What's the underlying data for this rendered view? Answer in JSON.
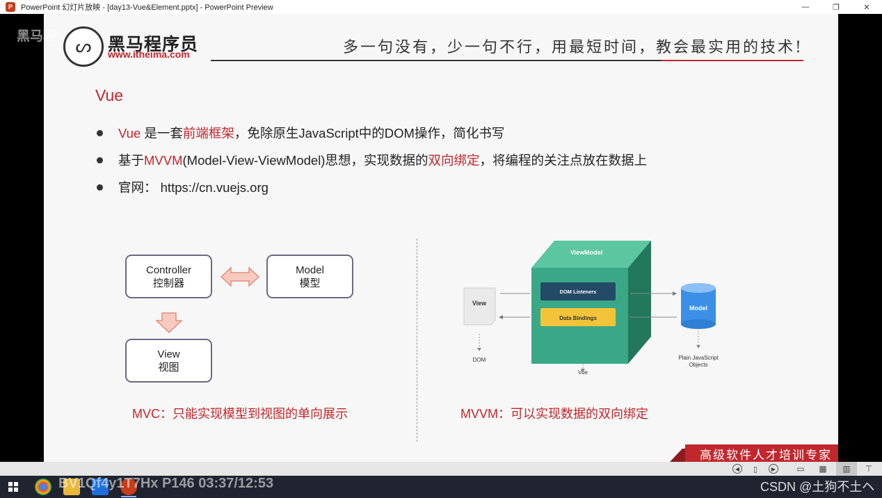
{
  "window": {
    "title": "PowerPoint 幻灯片放映 - [day13-Vue&Element.pptx] - PowerPoint Preview",
    "app_icon": "P",
    "minimize": "—",
    "restore": "❐",
    "close": "✕"
  },
  "slide": {
    "logo_cn": "黑马程序员",
    "logo_url": "www.itheima.com",
    "slogan": "多一句没有，少一句不行，用最短时间，教会最实用的技术!",
    "section_title": "Vue",
    "bullets": [
      {
        "parts": [
          {
            "text": "Vue",
            "hl": true
          },
          {
            "text": " 是一套",
            "hl": false
          },
          {
            "text": "前端框架",
            "hl": true
          },
          {
            "text": "，免除原生JavaScript中的DOM操作，简化书写",
            "hl": false
          }
        ]
      },
      {
        "parts": [
          {
            "text": "基于",
            "hl": false
          },
          {
            "text": "MVVM",
            "hl": true
          },
          {
            "text": "(Model-View-ViewModel)思想，实现数据的",
            "hl": false
          },
          {
            "text": "双向绑定",
            "hl": true
          },
          {
            "text": "，将编程的关注点放在数据上",
            "hl": false
          }
        ]
      },
      {
        "parts": [
          {
            "text": "官网： ",
            "hl": false
          },
          {
            "text": "https://cn.vuejs.org",
            "hl": false
          }
        ]
      }
    ],
    "mvc": {
      "controller_en": "Controller",
      "controller_cn": "控制器",
      "model_en": "Model",
      "model_cn": "模型",
      "view_en": "View",
      "view_cn": "视图",
      "caption": "MVC：只能实现模型到视图的单向展示"
    },
    "mvvm": {
      "viewmodel": "ViewModel",
      "dom_listeners": "DOM Listeners",
      "data_bindings": "Data Bindings",
      "view": "View",
      "model": "Model",
      "dom": "DOM",
      "vue": "Vue",
      "plain_js_1": "Plain JavaScript",
      "plain_js_2": "Objects",
      "caption": "MVVM：可以实现数据的双向绑定"
    },
    "footer": "高级软件人才培训专家"
  },
  "colors": {
    "accent_red": "#c0282d",
    "viewmodel_green": "#3aa886",
    "model_blue": "#3b8fe6",
    "data_bindings_yellow": "#f3c43a"
  },
  "statusbar": {
    "buttons": [
      "prev-icon",
      "slide-sorter-icon",
      "next-icon",
      "normal-view-icon",
      "slide-sorter-view-icon",
      "reading-view-icon",
      "slideshow-view-icon"
    ]
  },
  "overlay": {
    "watermark_top": "黑马程",
    "bili_text": "BV1Qf4y1T7Hx P146 03:37/12:53",
    "csdn_text": "CSDN @土狗不土ヘ"
  }
}
